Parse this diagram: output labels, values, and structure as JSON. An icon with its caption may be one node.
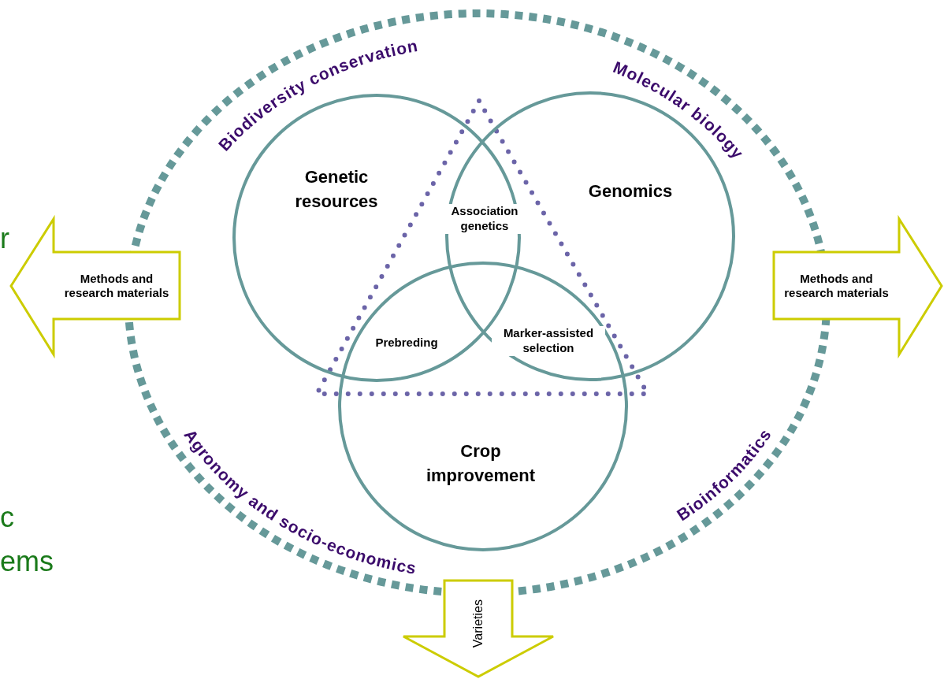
{
  "diagram": {
    "nodes": [
      {
        "text": [
          "Genetic resources"
        ]
      },
      {
        "text": [
          "Genomics"
        ]
      },
      {
        "text": [
          "Crop improvement"
        ]
      },
      {
        "text": [
          "Methods and research materials"
        ]
      },
      {
        "text": [
          "Methods and research materials"
        ]
      },
      {
        "text": [
          "Varieties"
        ]
      }
    ],
    "labels": [
      "r",
      "Biodiversity conservation",
      "Molecular biology",
      "Association genetics",
      "Prebreding",
      "Marker-assisted selection",
      "Agronomy and socio-economics",
      "Bioinformatics",
      "c",
      "ems"
    ]
  }
}
